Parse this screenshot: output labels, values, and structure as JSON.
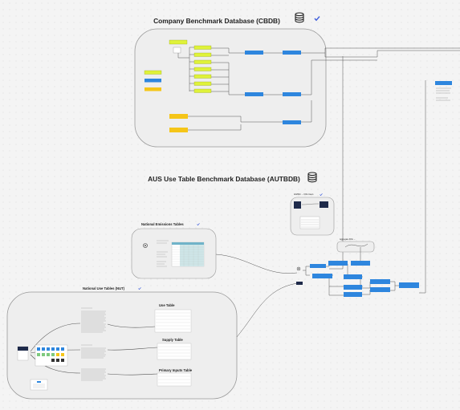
{
  "sections": {
    "cbdb": {
      "title": "Company Benchmark Database (CBDB)"
    },
    "autbdb": {
      "title": "AUS Use Table Benchmark Database (AUTBDB)"
    },
    "net": {
      "title": "National Emissions Tables"
    },
    "nut": {
      "title": "National Use Tables (NUT)"
    },
    "use_table": {
      "title": "Use Table"
    },
    "supply_table": {
      "title": "Supply Table"
    },
    "primary_inputs": {
      "title": "Primary Inputs Table"
    }
  },
  "colors": {
    "yellow_green": "#dff23a",
    "orange": "#f5c518",
    "blue": "#2e86de",
    "check": "#3b5bdb",
    "line": "#555555"
  }
}
